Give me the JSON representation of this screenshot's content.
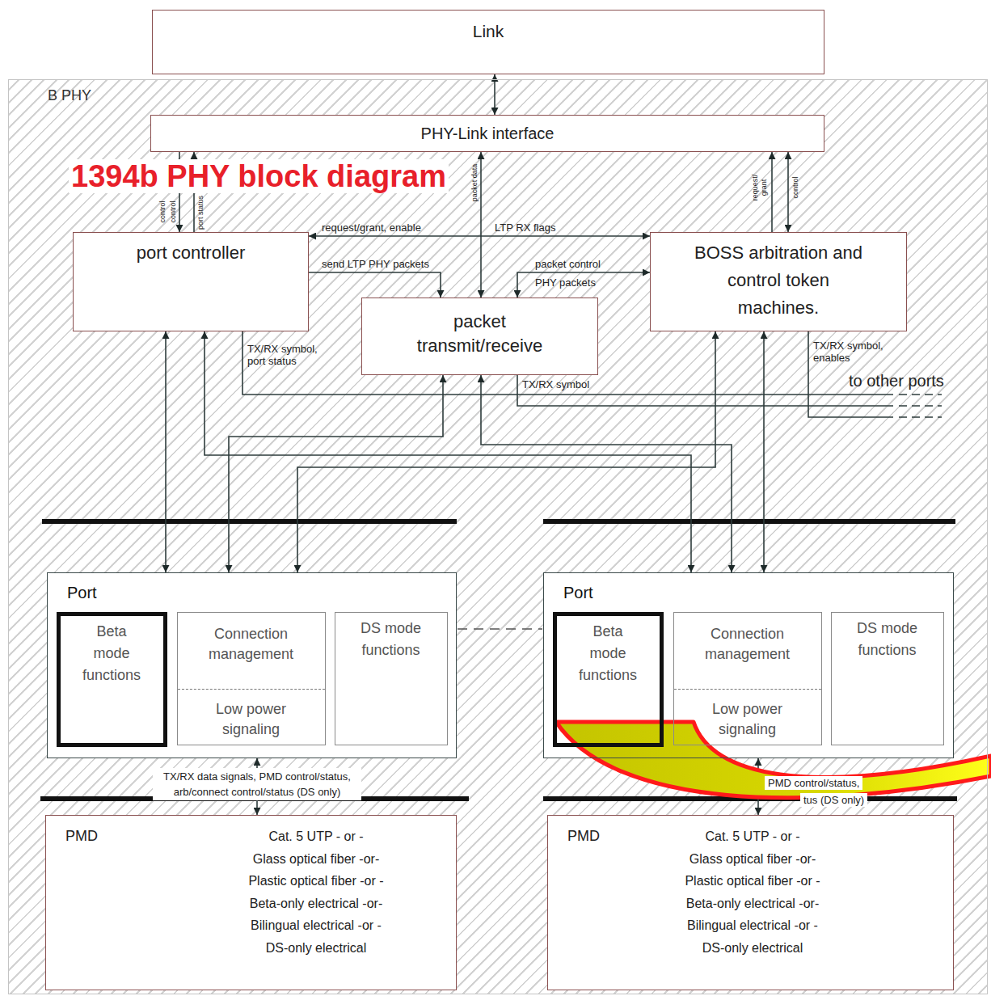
{
  "diagram": {
    "title": "1394b PHY block diagram",
    "nodes": [
      {
        "text": [
          "Link"
        ]
      },
      {
        "text": [
          "B PHY"
        ]
      },
      {
        "text": [
          "PHY-Link interface"
        ],
        "in": 1
      },
      {
        "text": [
          "port controller"
        ],
        "in": 1
      },
      {
        "text": [
          "packet transmit/receive"
        ],
        "in": 1
      },
      {
        "text": [
          "BOSS arbitration and control token machines."
        ],
        "in": 1
      },
      {
        "text": [
          "Port"
        ],
        "in": 1
      },
      {
        "text": [
          "Beta mode functions"
        ],
        "in": 6
      },
      {
        "text": [
          "Connection management",
          "Low power signaling"
        ],
        "in": 6
      },
      {
        "text": [
          "DS mode functions"
        ],
        "in": 6
      },
      {
        "text": [
          "Port"
        ],
        "in": 1
      },
      {
        "text": [
          "Beta mode functions"
        ],
        "in": 10
      },
      {
        "text": [
          "Connection management",
          "Low power signaling"
        ],
        "in": 10
      },
      {
        "text": [
          "DS mode functions"
        ],
        "in": 10
      },
      {
        "text": [
          "PMD",
          "Cat. 5 UTP - or -",
          "Glass optical fiber -or-",
          "Plastic optical fiber -or -",
          "Beta-only electrical -or-",
          "Bilingual electrical -or -",
          "DS-only electrical"
        ],
        "in": 1
      },
      {
        "text": [
          "PMD",
          "Cat. 5 UTP - or -",
          "Glass optical fiber -or-",
          "Plastic optical fiber -or -",
          "Beta-only electrical -or-",
          "Bilingual electrical -or -",
          "DS-only electrical"
        ],
        "in": 1
      }
    ],
    "edges": [
      {
        "from": 0,
        "to": 2,
        "arrow": "both"
      },
      {
        "from": 2,
        "to": 3,
        "arrow": "to",
        "label": "control"
      },
      {
        "from": 3,
        "to": 2,
        "arrow": "to",
        "label": "port status"
      },
      {
        "from": 2,
        "to": 4,
        "arrow": "both",
        "label": "packet data"
      },
      {
        "from": 5,
        "to": 2,
        "arrow": "to",
        "label": "request/ grant"
      },
      {
        "from": 2,
        "to": 5,
        "arrow": "both",
        "label": "control"
      },
      {
        "from": 3,
        "to": 5,
        "arrow": "both",
        "label": "request/grant, enable"
      },
      {
        "from": 3,
        "to": 4,
        "arrow": "to",
        "label": "send LTP PHY packets"
      },
      {
        "from": 5,
        "to": 4,
        "arrow": "both",
        "label": "packet control"
      },
      {
        "from": 3,
        "to": 6,
        "arrow": "both"
      },
      {
        "from": 3,
        "to": 10,
        "arrow": "both"
      },
      {
        "from": 4,
        "to": 6,
        "arrow": "both"
      },
      {
        "from": 4,
        "to": 10,
        "arrow": "both"
      },
      {
        "from": 5,
        "to": 6,
        "arrow": "both"
      },
      {
        "from": 5,
        "to": 10,
        "arrow": "both"
      },
      {
        "from": 6,
        "to": 14,
        "arrow": "both",
        "label": "TX/RX data signals, PMD control/status, arb/connect control/status (DS only)"
      },
      {
        "from": 10,
        "to": 15,
        "arrow": "both"
      }
    ],
    "labels": [
      "control",
      "LTP RX flags",
      "PHY packets",
      "TX/RX symbol, port status",
      "TX/RX symbol",
      "TX/RX symbol, enables",
      "to other ports",
      "PMD control/status,",
      "tus (DS only)"
    ]
  }
}
